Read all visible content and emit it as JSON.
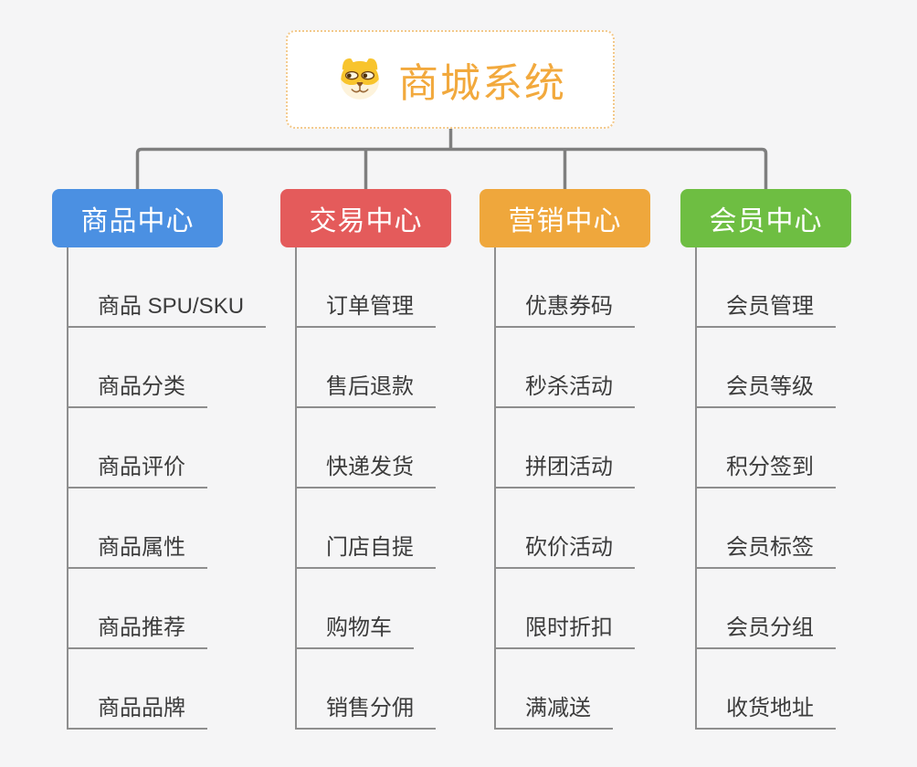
{
  "root": {
    "title": "商城系统",
    "icon": "dog-face-icon",
    "border_color": "#f3c98b",
    "title_color": "#f2a93d"
  },
  "connector_color": "#7f7f7f",
  "branches": [
    {
      "label": "商品中心",
      "color": "#4b90e2",
      "children": [
        "商品 SPU/SKU",
        "商品分类",
        "商品评价",
        "商品属性",
        "商品推荐",
        "商品品牌"
      ]
    },
    {
      "label": "交易中心",
      "color": "#e45b5b",
      "children": [
        "订单管理",
        "售后退款",
        "快递发货",
        "门店自提",
        "购物车",
        "销售分佣"
      ]
    },
    {
      "label": "营销中心",
      "color": "#efa73c",
      "children": [
        "优惠券码",
        "秒杀活动",
        "拼团活动",
        "砍价活动",
        "限时折扣",
        "满减送"
      ]
    },
    {
      "label": "会员中心",
      "color": "#6ebe42",
      "children": [
        "会员管理",
        "会员等级",
        "积分签到",
        "会员标签",
        "会员分组",
        "收货地址"
      ]
    }
  ]
}
